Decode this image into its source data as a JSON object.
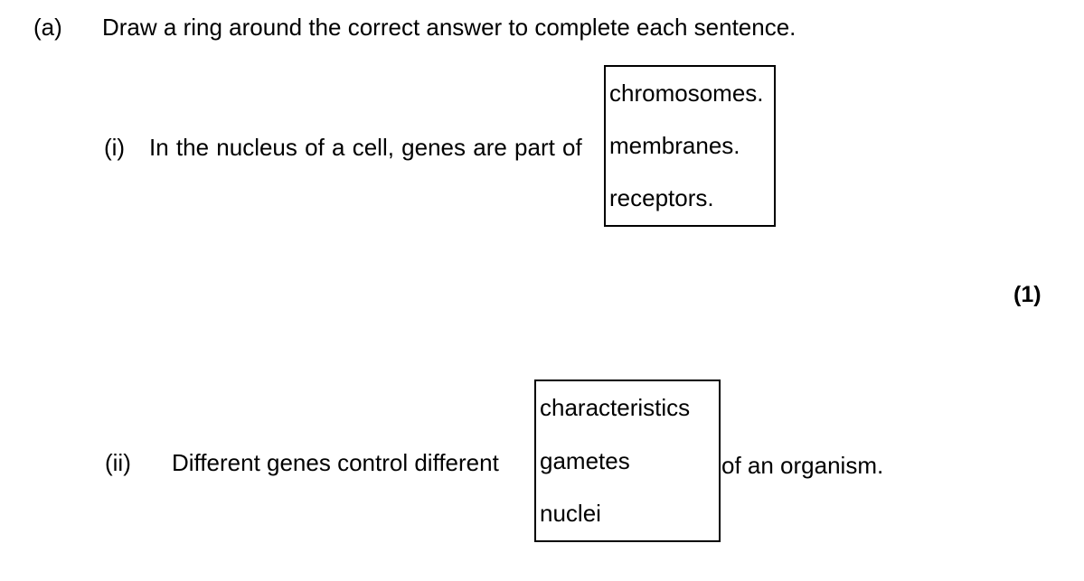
{
  "question": {
    "part_label": "(a)",
    "instruction": "Draw a ring around the correct answer to complete each sentence.",
    "sub_questions": [
      {
        "label": "(i)",
        "stem": "In the nucleus of a cell, genes are part of",
        "options": [
          "chromosomes.",
          "membranes.",
          "receptors."
        ],
        "marks": "(1)"
      },
      {
        "label": "(ii)",
        "stem": "Different genes control different",
        "options": [
          "characteristics",
          "gametes",
          "nuclei"
        ],
        "suffix": "of an organism."
      }
    ]
  },
  "colors": {
    "text": "#000000",
    "background": "#ffffff",
    "box_border": "#000000"
  }
}
